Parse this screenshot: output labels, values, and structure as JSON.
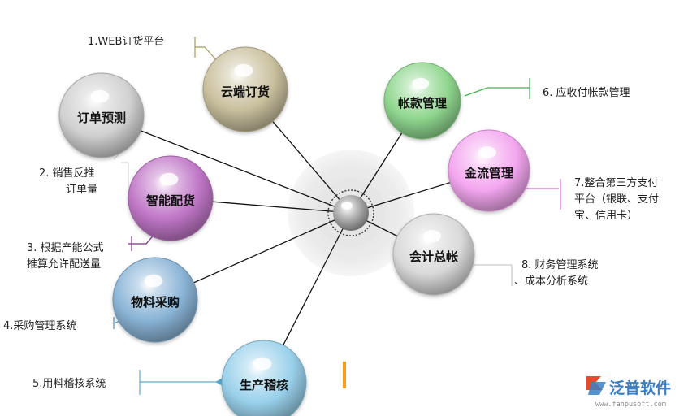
{
  "colors": {
    "cloud": "#c9c09e",
    "account": "#8fd68e",
    "fund": "#f3a6ef",
    "ledger": "#d9d9d9",
    "purchase": "#8ab4d6",
    "produce": "#99d0ea",
    "allocate": "#c077c7",
    "forecast": "#d0d0d0",
    "logo": "#3a7fc3"
  },
  "nodes": {
    "cloud": "云端订货",
    "account": "帐款管理",
    "fund": "金流管理",
    "ledger": "会计总帐",
    "produce": "生产稽核",
    "purchase": "物料采购",
    "allocate": "智能配货",
    "forecast": "订单预测"
  },
  "annotations": {
    "cloud": [
      "1.WEB订货平台"
    ],
    "forecast": [
      "2. 销售反推",
      "订单量"
    ],
    "allocate": [
      "3. 根据产能公式",
      "推算允许配送量"
    ],
    "purchase": [
      "4.采购管理系统"
    ],
    "produce": [
      "5.用料稽核系统"
    ],
    "account": [
      "6. 应收付帐款管理"
    ],
    "fund": [
      "7.整合第三方支付",
      "平台（银联、支付",
      "宝、信用卡）"
    ],
    "ledger": [
      "8. 财务管理系统",
      "、成本分析系统"
    ]
  },
  "logo": {
    "name": "泛普软件",
    "url": "www.fanpusoft.com",
    "icon": "fanpu-logo-icon"
  }
}
